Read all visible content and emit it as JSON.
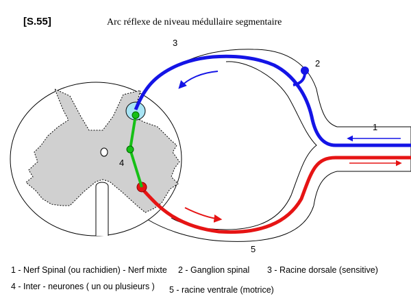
{
  "reference": "[S.55]",
  "title": "Arc réflexe de niveau médullaire  segmentaire",
  "labels": {
    "n1": "1",
    "n2": "2",
    "n3": "3",
    "n4": "4",
    "n5": "5"
  },
  "legend": [
    "1 - Nerf Spinal (ou rachidien) - Nerf mixte",
    "2 - Ganglion spinal",
    "3 - Racine dorsale (sensitive)",
    "4 - Inter - neurones  ( un ou plusieurs )",
    "5 - racine ventrale (motrice)"
  ],
  "colors": {
    "sensory": "#1414e6",
    "motor": "#e61414",
    "interneuron": "#16c016",
    "grey_matter": "#d0d0d0",
    "receptor_zone": "#a8e4f4"
  }
}
